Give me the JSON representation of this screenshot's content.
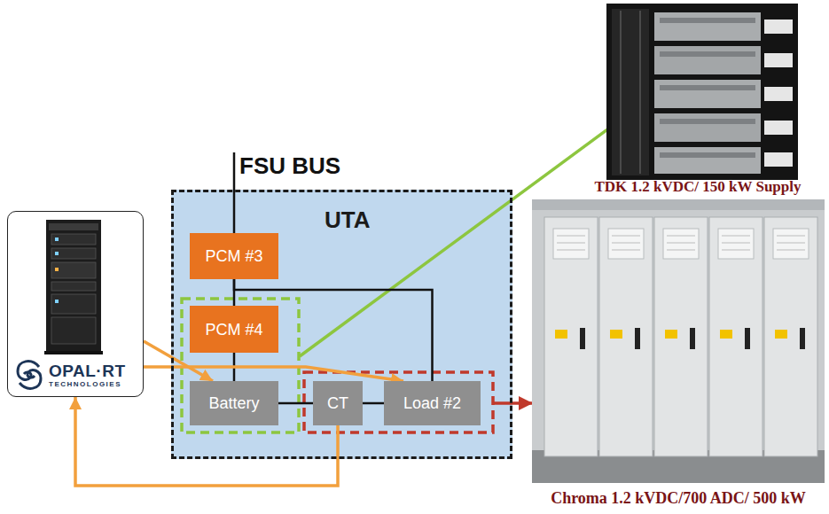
{
  "diagram": {
    "nodes": [
      {
        "text": [
          "OPAL·RT",
          "TECHNOLOGIES"
        ]
      },
      {
        "text": [
          "UTA"
        ]
      },
      {
        "text": [
          "PCM #3"
        ],
        "in": 1
      },
      {
        "text": [
          "PCM #4"
        ],
        "in": 1
      },
      {
        "text": [
          "Battery"
        ],
        "in": 1
      },
      {
        "text": [
          "CT"
        ],
        "in": 1
      },
      {
        "text": [
          "Load #2"
        ],
        "in": 1
      }
    ],
    "edges": [
      {
        "from": 2,
        "to": 3,
        "arrow": "none"
      },
      {
        "from": 2,
        "to": 6,
        "arrow": "none"
      },
      {
        "from": 3,
        "to": 4,
        "arrow": "none"
      },
      {
        "from": 4,
        "to": 5,
        "arrow": "none"
      },
      {
        "from": 5,
        "to": 6,
        "arrow": "none"
      },
      {
        "from": 0,
        "to": 4,
        "arrow": "to"
      },
      {
        "from": 0,
        "to": 6,
        "arrow": "to"
      },
      {
        "from": 5,
        "to": 0,
        "arrow": "to"
      }
    ],
    "labels": [
      "FSU BUS",
      "TDK 1.2 kVDC/ 150 kW Supply",
      "Chroma 1.2 kVDC/700 ADC/ 500 kW"
    ]
  }
}
